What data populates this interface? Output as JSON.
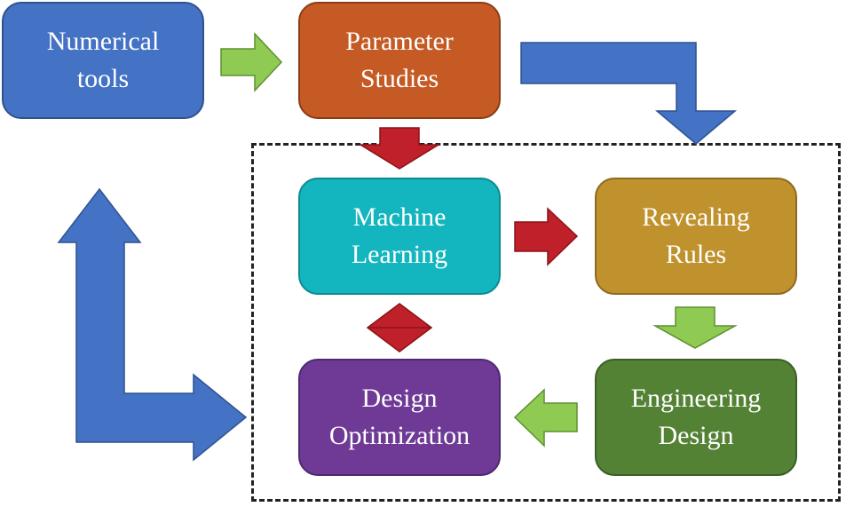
{
  "boxes": {
    "numerical_tools": {
      "label": "Numerical\ntools",
      "color": "#4472C4",
      "border": "#2F528F"
    },
    "parameter_studies": {
      "label": "Parameter\nStudies",
      "color": "#C55A24",
      "border": "#8A3D17"
    },
    "machine_learning": {
      "label": "Machine\nLearning",
      "color": "#13B5BE",
      "border": "#0E8A91"
    },
    "revealing_rules": {
      "label": "Revealing\nRules",
      "color": "#C0922E",
      "border": "#8E6A1F"
    },
    "design_optimization": {
      "label": "Design\nOptimization",
      "color": "#6E3A96",
      "border": "#4E2870"
    },
    "engineering_design": {
      "label": "Engineering\nDesign",
      "color": "#548235",
      "border": "#3B5E25"
    }
  },
  "arrow_colors": {
    "green": "#8FCB52",
    "red": "#C0202A",
    "blue": "#4472C4"
  }
}
